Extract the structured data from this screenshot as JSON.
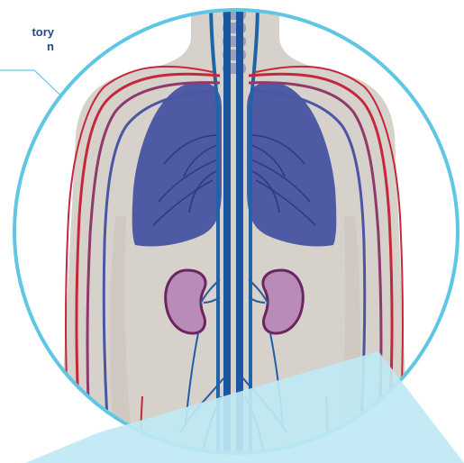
{
  "callout": {
    "line1": "tory",
    "line2": "n"
  },
  "colors": {
    "circle_border": "#5fc6e4",
    "callout_line": "#5fc6e4",
    "body_skin": "#d6d1ca",
    "lungs": "#4f5aa4",
    "lungs_veins": "#3a4590",
    "kidneys_fill": "#b98bb7",
    "kidneys_outline": "#6b2560",
    "vein_blue": "#1a57a0",
    "artery_red": "#c4283a",
    "spine": "#9aa0bb",
    "overlay": "#bfe8f4",
    "label_text": "#1f4a8a"
  },
  "icons": {
    "illustration": "human-circulatory-system-illustration"
  }
}
